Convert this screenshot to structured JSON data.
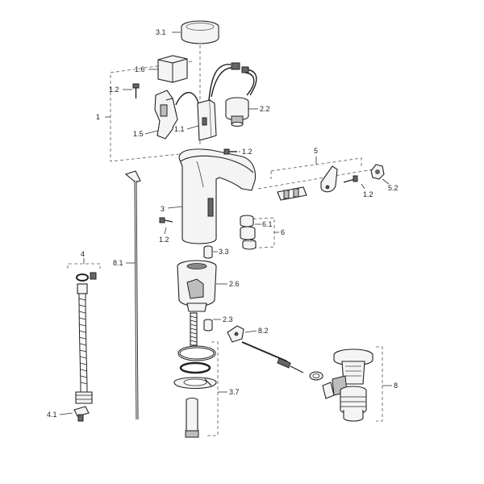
{
  "labels": {
    "l31": "3.1",
    "l16": "1.6",
    "l12a": "1.2",
    "l1": "1",
    "l15": "1.5",
    "l11": "1.1",
    "l22": "2.2",
    "l12b": "1.2",
    "l5": "5",
    "l12c": "1.2",
    "l52": "5.2",
    "l3": "3",
    "l61": "6.1",
    "l6": "6",
    "l12d": "1.2",
    "l81": "8.1",
    "l33": "3.3",
    "l4": "4",
    "l26": "2.6",
    "l23": "2.3",
    "l82": "8.2",
    "l37": "3.7",
    "l8": "8",
    "l41": "4.1"
  }
}
